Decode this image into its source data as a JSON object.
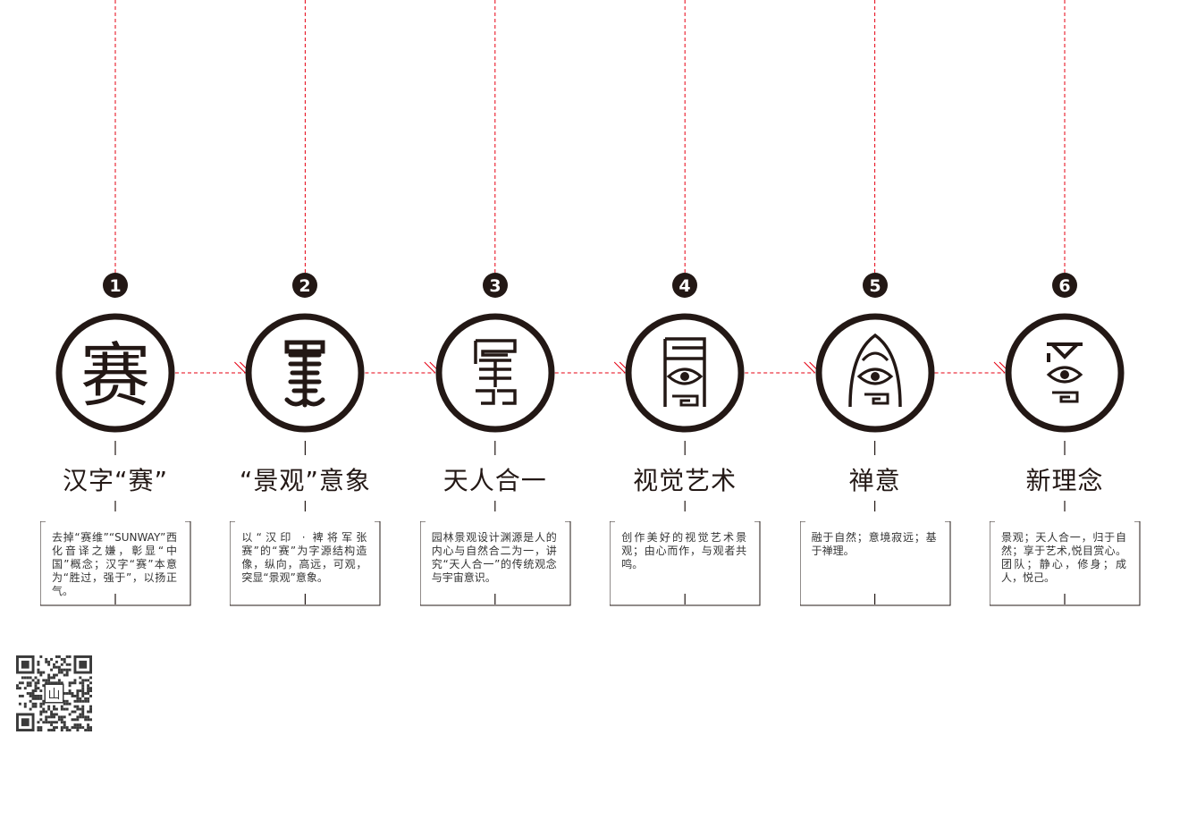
{
  "colors": {
    "accent_line": "#e60012",
    "ink": "#231815",
    "text": "#333333"
  },
  "steps": [
    {
      "number": "1",
      "glyph": "赛",
      "emblem": "hanzi-sai-icon",
      "title": "汉字“赛”",
      "desc": "去掉“赛维”“SUNWAY”西化音译之嫌，彰显“中国”概念；汉字“赛”本意为“胜过，强于”，以扬正气。"
    },
    {
      "number": "2",
      "emblem": "seal-script-sai-icon",
      "title": "“景观”意象",
      "desc": "以“汉印 · 裨将军张赛”的“赛”为字源结构造像，纵向，高远，可观，突显“景观”意象。"
    },
    {
      "number": "3",
      "emblem": "geometric-sai-icon",
      "title": "天人合一",
      "desc": "园林景观设计渊源是人的内心与自然合二为一，讲究“天人合一”的传统观念与宇宙意识。"
    },
    {
      "number": "4",
      "emblem": "eye-sai-icon",
      "title": "视觉艺术",
      "desc": "创作美好的视觉艺术景观；由心而作，与观者共鸣。"
    },
    {
      "number": "5",
      "emblem": "arch-eye-icon",
      "title": "禅意",
      "desc": "融于自然；意境寂远；基于禅理。"
    },
    {
      "number": "6",
      "emblem": "final-logo-icon",
      "title": "新理念",
      "desc": "景观；天人合一，归于自然；享于艺术,悦目赏心。团队；静心，修身；成人，悦己。"
    }
  ],
  "qr": {
    "icon": "qr-code-icon",
    "center_glyph": "山"
  }
}
